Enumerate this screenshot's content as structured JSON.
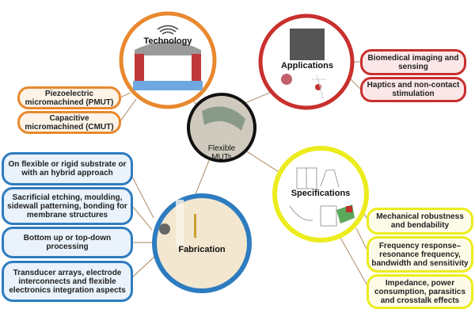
{
  "center": {
    "label_line1": "Flexible",
    "label_line2": "MUTs"
  },
  "technology": {
    "title": "Technology",
    "color": "#e8892e",
    "items": [
      "Piezoelectric micromachined (PMUT)",
      "Capacitive micromachined (CMUT)"
    ]
  },
  "applications": {
    "title": "Applications",
    "color": "#c8302e",
    "items": [
      "Biomedical imaging and sensing",
      "Haptics and non-contact stimulation"
    ]
  },
  "fabrication": {
    "title": "Fabrication",
    "color": "#2e7cc0",
    "items": [
      "On flexible or rigid substrate or with an hybrid approach",
      "Sacrificial etching, moulding, sidewall patterning, bonding for membrane structures",
      "Bottom up or top-down processing",
      "Transducer arrays, electrode interconnects and flexible electronics integration aspects"
    ]
  },
  "specifications": {
    "title": "Specifications",
    "color": "#ecec1e",
    "items": [
      "Mechanical robustness and bendability",
      "Frequency response–resonance frequency, bandwidth and sensitivity",
      "Impedance, power consumption, parasitics and crosstalk effects"
    ]
  }
}
